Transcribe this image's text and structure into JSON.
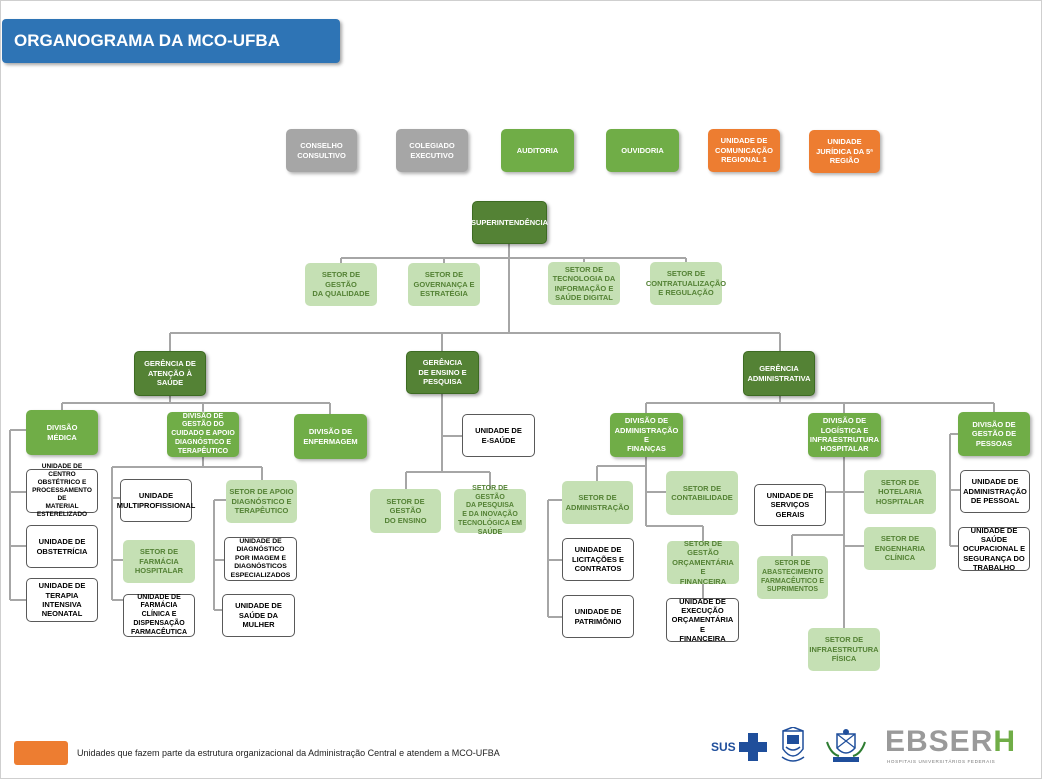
{
  "title": "ORGANOGRAMA DA MCO-UFBA",
  "top_row": {
    "conselho": [
      "CONSELHO",
      "CONSULTIVO"
    ],
    "colegiado": [
      "COLEGIADO",
      "EXECUTIVO"
    ],
    "auditoria": [
      "AUDITORIA"
    ],
    "ouvidoria": [
      "OUVIDORIA"
    ],
    "comunicacao": [
      "UNIDADE DE",
      "COMUNICAÇÃO",
      "REGIONAL 1"
    ],
    "juridica": [
      "UNIDADE",
      "JURÍDICA DA 5ª",
      "REGIÃO"
    ]
  },
  "superintendencia": [
    "SUPERINTENDÊNCIA"
  ],
  "setores_super": {
    "qualidade": [
      "SETOR DE GESTÃO",
      "DA QUALIDADE"
    ],
    "governanca": [
      "SETOR DE",
      "GOVERNANÇA E",
      "ESTRATÉGIA"
    ],
    "tecnologia": [
      "SETOR DE",
      "TECNOLOGIA DA",
      "INFORMAÇÃO E",
      "SAÚDE DIGITAL"
    ],
    "contratualizacao": [
      "SETOR DE",
      "CONTRATUALIZAÇÃO",
      "E REGULAÇÃO"
    ]
  },
  "gerencia_atencao": {
    "name": [
      "GERÊNCIA DE",
      "ATENÇÃO À",
      "SAÚDE"
    ],
    "divisao_medica": [
      "DIVISÃO",
      "MÉDICA"
    ],
    "divisao_cuidado": [
      "DIVISÃO DE",
      "GESTÃO DO",
      "CUIDADO E APOIO",
      "DIAGNÓSTICO E",
      "TERAPÊUTICO"
    ],
    "divisao_enfermagem": [
      "DIVISÃO DE",
      "ENFERMAGEM"
    ],
    "centro_obstetrico": [
      "UNIDADE DE CENTRO",
      "OBSTÉTRICO E",
      "PROCESSAMENTO DE",
      "MATERIAL",
      "ESTERELIZADO"
    ],
    "obstetricia": [
      "UNIDADE DE",
      "OBSTETRÍCIA"
    ],
    "uti_neonatal": [
      "UNIDADE DE",
      "TERAPIA INTENSIVA",
      "NEONATAL"
    ],
    "multiprofissional": [
      "UNIDADE",
      "MULTIPROFISSIONAL"
    ],
    "farmacia_hospitalar": [
      "SETOR DE",
      "FARMÁCIA",
      "HOSPITALAR"
    ],
    "farmacia_clinica": [
      "UNIDADE DE",
      "FARMÁCIA CLÍNICA E",
      "DISPENSAÇÃO",
      "FARMACÊUTICA"
    ],
    "apoio_diagnostico": [
      "SETOR DE APOIO",
      "DIAGNÓSTICO E",
      "TERAPÊUTICO"
    ],
    "diagnostico_imagem": [
      "UNIDADE DE",
      "DIAGNÓSTICO",
      "POR IMAGEM E",
      "DIAGNÓSTICOS",
      "ESPECIALIZADOS"
    ],
    "saude_mulher": [
      "UNIDADE DE",
      "SAÚDE DA",
      "MULHER"
    ]
  },
  "gerencia_ensino": {
    "name": [
      "GERÊNCIA",
      "DE ENSINO E",
      "PESQUISA"
    ],
    "e_saude": [
      "UNIDADE DE",
      "e-SAÚDE"
    ],
    "gestao_ensino": [
      "SETOR DE GESTÃO",
      "DO ENSINO"
    ],
    "gestao_pesquisa": [
      "SETOR DE GESTÃO",
      "DA PESQUISA",
      "E DA INOVAÇÃO",
      "TECNOLÓGICA EM",
      "SAÚDE"
    ]
  },
  "gerencia_administrativa": {
    "name": [
      "GERÊNCIA",
      "ADMINISTRATIVA"
    ],
    "divisao_adm_financas": [
      "DIVISÃO DE",
      "ADMINISTRAÇÃO E",
      "FINANÇAS"
    ],
    "setor_administracao": [
      "SETOR DE",
      "ADMINISTRAÇÃO"
    ],
    "licitacoes": [
      "UNIDADE DE",
      "LICITAÇÕES E",
      "CONTRATOS"
    ],
    "patrimonio": [
      "UNIDADE DE",
      "PATRIMÔNIO"
    ],
    "contabilidade": [
      "SETOR DE",
      "CONTABILIDADE"
    ],
    "orcamentaria": [
      "SETOR DE GESTÃO",
      "ORÇAMENTÁRIA E",
      "FINANCEIRA"
    ],
    "execucao": [
      "UNIDADE DE",
      "EXECUÇÃO",
      "ORÇAMENTÁRIA E",
      "FINANCEIRA"
    ],
    "divisao_logistica": [
      "DIVISÃO DE",
      "LOGÍSTICA E",
      "INFRAESTRUTURA",
      "HOSPITALAR"
    ],
    "servicos_gerais": [
      "UNIDADE DE",
      "SERVIÇOS",
      "GERAIS"
    ],
    "hotelaria": [
      "SETOR DE",
      "HOTELARIA",
      "HOSPITALAR"
    ],
    "engenharia": [
      "SETOR DE",
      "ENGENHARIA",
      "CLÍNICA"
    ],
    "abastecimento": [
      "SETOR DE",
      "ABASTECIMENTO",
      "FARMACÊUTICO E",
      "SUPRIMENTOS"
    ],
    "infraestrutura": [
      "SETOR DE",
      "INFRAESTRUTURA",
      "FÍSICA"
    ],
    "divisao_pessoas": [
      "DIVISÃO DE",
      "GESTÃO DE",
      "PESSOAS"
    ],
    "adm_pessoal": [
      "UNIDADE DE",
      "ADMINISTRAÇÃO",
      "DE PESSOAL"
    ],
    "saude_ocupacional": [
      "UNIDADE DE SAÚDE",
      "OCUPACIONAL E",
      "SEGURANÇA DO",
      "TRABALHO"
    ]
  },
  "legend": {
    "text": "Unidades que fazem parte da estrutura organizacional da Administração Central e atendem a MCO-UFBA",
    "color": "#ed7d31"
  },
  "logos": {
    "sus": "SUS",
    "ebserh": "EBSERH",
    "ebserh_sub": "HOSPITAIS UNIVERSITÁRIOS FEDERAIS"
  },
  "colors": {
    "title_bar": "#2e74b5",
    "gray": "#a6a6a6",
    "green": "#70ad47",
    "dark_green": "#548235",
    "light_green": "#c5e0b4",
    "orange": "#ed7d31",
    "connector": "#a6a6a6"
  }
}
